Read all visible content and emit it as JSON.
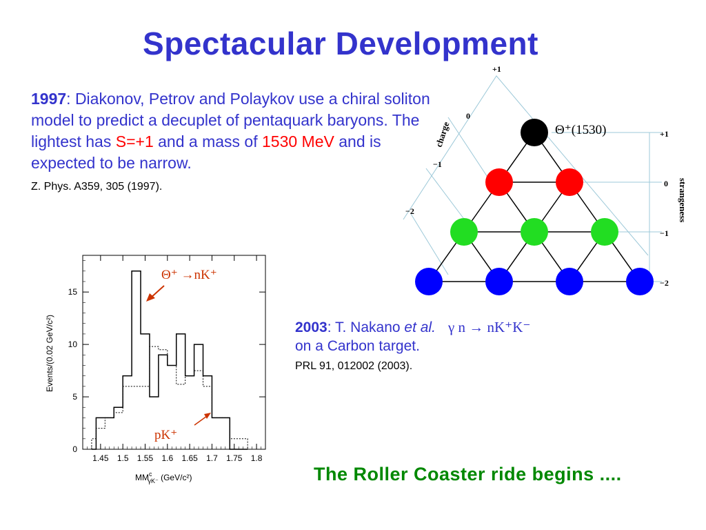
{
  "title": "Spectacular Development",
  "p1997": {
    "year": "1997",
    "text_a": ": Diakonov, Petrov and Polaykov use a chiral soliton model to predict a decuplet of pentaquark baryons. The lightest has ",
    "strangeness": "S=+1",
    "text_b": " and a mass of ",
    "mass": "1530 MeV",
    "text_c": " and is expected to be narrow."
  },
  "ref1997": "Z. Phys. A359, 305 (1997).",
  "p2003": {
    "year": "2003",
    "text_a": ": T. Nakano ",
    "etal": "et al.",
    "reaction": "γ n → nK⁺K⁻",
    "text_b": "on a Carbon target."
  },
  "ref2003": "PRL 91, 012002 (2003).",
  "tagline": "The Roller Coaster ride begins ....",
  "decuplet": {
    "charge_label": "charge",
    "strangeness_label": "strangeness",
    "theta_label": "Θ⁺(1530)",
    "charge_ticks": [
      "+1",
      "0",
      "−1",
      "−2"
    ],
    "strangeness_ticks": [
      "+1",
      "0",
      "−1",
      "−2"
    ],
    "rows": [
      {
        "count": 1,
        "color": "#000000"
      },
      {
        "count": 2,
        "color": "#ff0000"
      },
      {
        "count": 3,
        "color": "#22dd22"
      },
      {
        "count": 4,
        "color": "#0000ff"
      }
    ]
  },
  "chart_data": {
    "type": "bar",
    "xlabel": "MM",
    "xlabel_sup": "c",
    "xlabel_sub": "γK⁻",
    "xlabel_unit": "(GeV/c²)",
    "ylabel": "Events/(0.02 GeV/c²)",
    "x_ticks": [
      "1.45",
      "1.5",
      "1.55",
      "1.6",
      "1.65",
      "1.7",
      "1.75",
      "1.8"
    ],
    "y_ticks": [
      "0",
      "5",
      "10",
      "15"
    ],
    "xlim": [
      1.41,
      1.82
    ],
    "ylim": [
      0,
      18.5
    ],
    "bin_edges": [
      1.43,
      1.44,
      1.46,
      1.48,
      1.5,
      1.52,
      1.54,
      1.56,
      1.58,
      1.6,
      1.62,
      1.64,
      1.66,
      1.68,
      1.7,
      1.72,
      1.74,
      1.76,
      1.78
    ],
    "series": [
      {
        "style": "solid",
        "values": [
          0,
          3,
          3,
          4,
          7,
          17,
          11,
          5,
          9,
          8,
          11,
          7,
          10,
          7,
          3,
          3,
          0,
          0
        ]
      },
      {
        "style": "dotted",
        "values": [
          1,
          2,
          3,
          3.5,
          6,
          6,
          6,
          9.8,
          9.5,
          8,
          6.2,
          7,
          7.5,
          6,
          3,
          3,
          1,
          1
        ]
      }
    ],
    "annotations": [
      {
        "text": "Θ⁺ →nK⁺",
        "color": "#cc3300"
      },
      {
        "text": "pK⁺",
        "color": "#cc3300"
      }
    ]
  }
}
